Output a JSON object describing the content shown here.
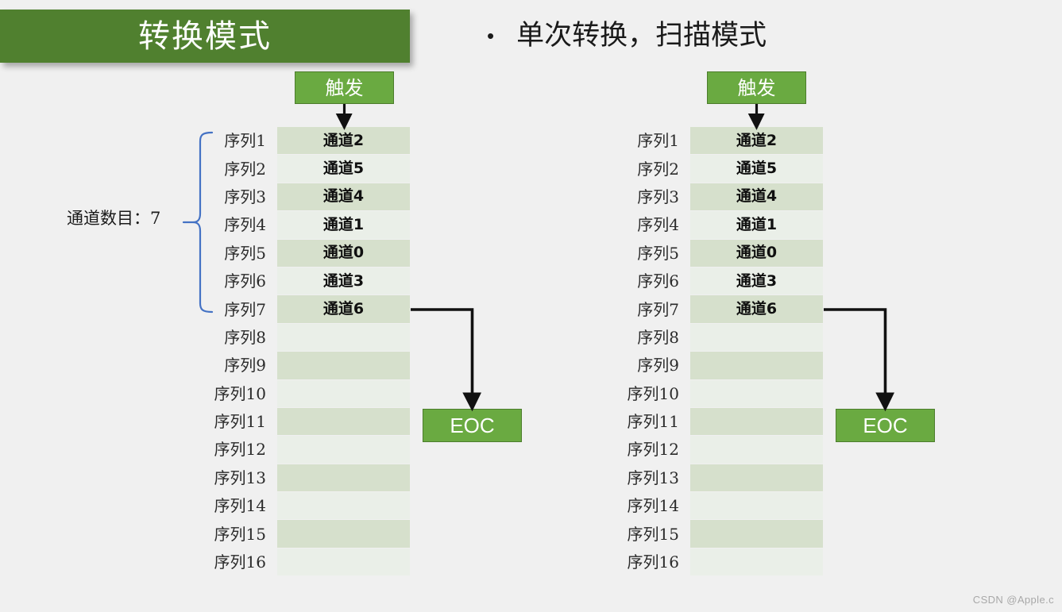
{
  "slide": {
    "title": "转换模式",
    "bullet_dot": "•",
    "bullet_text": "单次转换，扫描模式",
    "background_color": "#f0f0f0",
    "title_bar_color": "#50802f",
    "accent_green": "#6aaa41",
    "band_dark": "#d6e0cc",
    "band_light": "#eaefe8",
    "bracket_color": "#4472c4"
  },
  "left_group": {
    "trigger_label": "触发",
    "eoc_label": "EOC",
    "channel_count_label": "通道数目：7",
    "rows": [
      {
        "label": "序列1",
        "value": "通道2"
      },
      {
        "label": "序列2",
        "value": "通道5"
      },
      {
        "label": "序列3",
        "value": "通道4"
      },
      {
        "label": "序列4",
        "value": "通道1"
      },
      {
        "label": "序列5",
        "value": "通道0"
      },
      {
        "label": "序列6",
        "value": "通道3"
      },
      {
        "label": "序列7",
        "value": "通道6"
      },
      {
        "label": "序列8",
        "value": ""
      },
      {
        "label": "序列9",
        "value": ""
      },
      {
        "label": "序列10",
        "value": ""
      },
      {
        "label": "序列11",
        "value": ""
      },
      {
        "label": "序列12",
        "value": ""
      },
      {
        "label": "序列13",
        "value": ""
      },
      {
        "label": "序列14",
        "value": ""
      },
      {
        "label": "序列15",
        "value": ""
      },
      {
        "label": "序列16",
        "value": ""
      }
    ]
  },
  "right_group": {
    "trigger_label": "触发",
    "eoc_label": "EOC",
    "rows": [
      {
        "label": "序列1",
        "value": "通道2"
      },
      {
        "label": "序列2",
        "value": "通道5"
      },
      {
        "label": "序列3",
        "value": "通道4"
      },
      {
        "label": "序列4",
        "value": "通道1"
      },
      {
        "label": "序列5",
        "value": "通道0"
      },
      {
        "label": "序列6",
        "value": "通道3"
      },
      {
        "label": "序列7",
        "value": "通道6"
      },
      {
        "label": "序列8",
        "value": ""
      },
      {
        "label": "序列9",
        "value": ""
      },
      {
        "label": "序列10",
        "value": ""
      },
      {
        "label": "序列11",
        "value": ""
      },
      {
        "label": "序列12",
        "value": ""
      },
      {
        "label": "序列13",
        "value": ""
      },
      {
        "label": "序列14",
        "value": ""
      },
      {
        "label": "序列15",
        "value": ""
      },
      {
        "label": "序列16",
        "value": ""
      }
    ]
  },
  "watermark": "CSDN @Apple.c"
}
